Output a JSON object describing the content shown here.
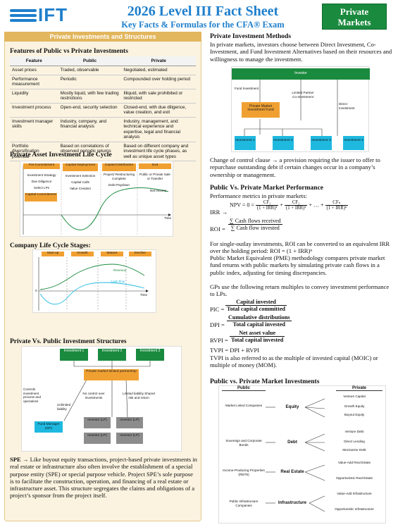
{
  "header": {
    "logo_text": "IFT",
    "title": "2026 Level III Fact Sheet",
    "subtitle": "Key Facts & Formulas for the CFA® Exam",
    "badge_line1": "Private",
    "badge_line2": "Markets"
  },
  "left": {
    "panel_title": "Private Investments and Structures",
    "features": {
      "title": "Features of Public vs Private Investments",
      "columns": [
        "Feature",
        "Public",
        "Private"
      ],
      "rows": [
        [
          "Asset prices",
          "Traded, observable",
          "Negotiated, estimated"
        ],
        [
          "Performance measurement",
          "Periodic",
          "Compounded over holding period"
        ],
        [
          "Liquidity",
          "Mostly liquid, with few trading restrictions",
          "Illiquid, with sale prohibited or restricted"
        ],
        [
          "Investment process",
          "Open-end, security selection",
          "Closed-end, with due diligence, value creation, and exit"
        ],
        [
          "Investment manager skills",
          "Industry, company, and financial analysis",
          "Industry, management, and technical experience and expertise, legal and financial analysis"
        ],
        [
          "Portfolio diversification potential",
          "Based on correlations of observed periodic returns",
          "Based on different company and investment life cycle phases, as well as unique asset types"
        ]
      ]
    },
    "life_cycle": {
      "title": "Private Asset Investment Life Cycle",
      "phases": [
        "Pre-Commitment",
        "Capital Deployment",
        "Capital Distribution",
        "Exit"
      ],
      "phase_texts": [
        [
          "Investment Strategy",
          "Due Diligence",
          "Select LPs"
        ],
        [
          "Investment Selection",
          "Capital Calls",
          "Value Creation"
        ],
        [
          "Project/ Restructuring Complete",
          "Debt Paydown"
        ],
        [
          "Public or Private Sale or Transfer"
        ]
      ],
      "capital_commitment": "Capital Commitment",
      "net_income": "Net income",
      "time": "Time"
    },
    "company_cycle": {
      "title": "Company Life Cycle Stages:",
      "stages": [
        "Start up",
        "Growth",
        "Mature",
        "Decline"
      ],
      "revenue": "Revenue",
      "cash_flow": "Cash flow",
      "zero": "0",
      "time": "Time"
    },
    "structures": {
      "title": "Private Vs. Public Investment Structures",
      "investors": [
        "Investment 1",
        "Investment 2",
        "Investment 3"
      ],
      "partnership": "Private market limited partnership",
      "controls": "Controls investment process and operations",
      "unlimited": "Unlimited liability",
      "no_control": "No control over investments",
      "limited": "Limited liability Shared risk and return",
      "fund_manager": "Fund Manager (GP)",
      "lp_label": "Investor (LP)"
    },
    "spe": {
      "lead": "SPE",
      "text": " → Like buyout equity transactions, project-based private investments in real estate or infrastructure also often involve the establishment of a special purpose entity (SPE) or special purpose vehicle. Project SPE’s sole purpose is to facilitate the construction, operation, and financing of a real estate or infrastructure asset. This structure segregates the claims and obligations of a project’s sponsor from the project itself."
    }
  },
  "right": {
    "methods": {
      "title": "Private Investment Methods",
      "text": "In private markets, investors choose between Direct Investment, Co-Investment, and Fund Investment Alternatives based on their resources and willingness to manage the investment.",
      "investor": "Investor",
      "fund_investment": "Fund Investment",
      "limited_partner": "Limited Partner Co-Investment",
      "direct_investment": "Direct Investment",
      "fund": "Private Market Investment Fund",
      "investments": [
        "Investment 1",
        "Investment 2",
        "Investment 3",
        "Investment 4"
      ]
    },
    "change_clause": "Change of control clause → a provision requiring the issuer to offer to repurchase outstanding debt if certain changes occur in a company’s ownership or management.",
    "performance": {
      "title": "Public Vs. Private Market Performance",
      "subtitle": "Performance metrics in private markets:",
      "irr_label": "IRR →",
      "npv_lhs": "NPV = 0 =",
      "cf1": "CF₁",
      "cf1_den": "(1 + IRR)¹",
      "cf2": "CF₂",
      "cf2_den": "(1 + IRR)²",
      "dots": "+ … +",
      "cfn": "CFₙ",
      "cfn_den": "(1 + IRR)ⁿ",
      "roi_label": "ROI =",
      "roi_num": "∑ Cash flows received",
      "roi_den": "∑ Cash flow invested",
      "p1": "For single-outlay investments, ROI can be converted to an equivalent IRR over the holding period: ROI = (1 + IRR)ⁿ",
      "p2": "Public Market Equivalent (PME) methodology compares private market fund returns with public markets by simulating private cash flows in a public index, adjusting for timing discrepancies.",
      "p3": "GPs use the following return multiples to convey investment performance to LPs.",
      "pic_label": "PIC =",
      "pic_num": "Capital invested",
      "pic_den": "Total capital committed",
      "dpi_label": "DPI =",
      "dpi_num": "Cumulative distributions",
      "dpi_den": "Total capital invested",
      "rvpi_label": "RVPI =",
      "rvpi_num": "Net asset value",
      "rvpi_den": "Total capital invested",
      "tvpi": "TVPI = DPI + RVPI",
      "tvpi_note": "TVPI is also referred to as the multiple of invested capital (MOIC) or multiple of money (MOM)."
    },
    "pvp": {
      "title": "Public vs. Private Market Investments",
      "public_head": "Public",
      "private_head": "Private",
      "rows": [
        {
          "public": "Market Listed Companies",
          "center": "Equity",
          "private": [
            "Venture Capital",
            "Growth Equity",
            "Buyout Equity"
          ]
        },
        {
          "public": "Sovereign and Corporate Bonds",
          "center": "Debt",
          "private": [
            "Venture Debt",
            "Direct Lending",
            "Mezzanine Debt"
          ]
        },
        {
          "public": "Income-Producing Properties (REITs)",
          "center": "Real Estate",
          "private": [
            "Value-Add Real Estate",
            "Opportunistic Real Estate"
          ]
        },
        {
          "public": "Public Infrastructure Companies",
          "center": "Infrastructure",
          "private": [
            "Value-Add Infrastructure",
            "Opportunistic Infrastructure"
          ]
        }
      ]
    }
  }
}
